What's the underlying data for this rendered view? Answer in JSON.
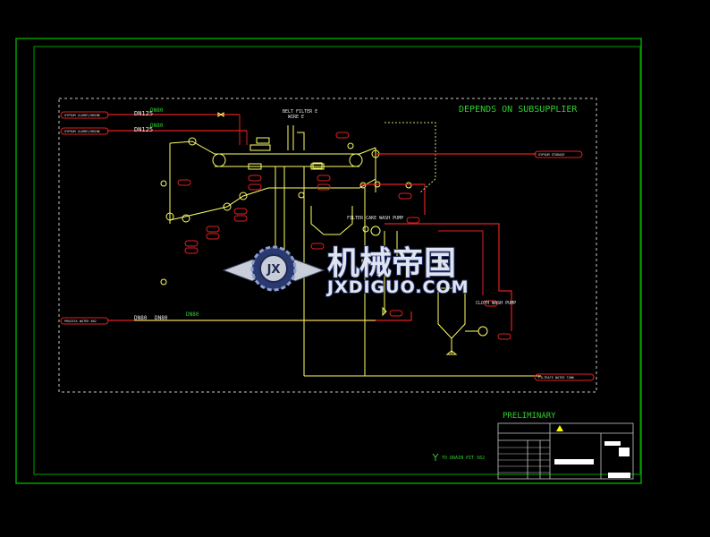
{
  "colors": {
    "border": "#00a000",
    "process": "#ffff66",
    "pipe_red": "#e02020",
    "pipe_yellow": "#f0f060",
    "text_white": "#e8e8e8",
    "text_green": "#30d030",
    "dashed": "#c8c8c8"
  },
  "notes": {
    "depends": "DEPENDS ON SUBSUPPLIER",
    "preliminary": "PRELIMINARY"
  },
  "pipes": {
    "dn125_a": "DN125",
    "dn80_a": "DN80",
    "dn125_b": "DN125",
    "dn80_b": "DN80",
    "dn80_c": "DN80",
    "dn80_d": "DN80",
    "dn80_e": "DN80"
  },
  "labels": {
    "belt_filter": "BELT FILTER E",
    "belt_filter_sub": "WIRE E",
    "filter_cake_pump": "FILTER CAKE WASH PUMP",
    "cloth_wash_pump": "CLOTH WASH PUMP",
    "to_drain": "TO DRAIN PIT 562"
  },
  "watermark": {
    "cn": "机械帝国",
    "en": "JXDIGUO.COM",
    "badge": "JX"
  },
  "terminals": {
    "left_top": "GYPSUM SLURRY/BRINE",
    "left_mid": "GYPSUM SLURRY/BRINE",
    "left_bottom": "PROCESS WATER 802",
    "right_top": "GYPSUM STORAGE",
    "right_bottom": "FILTRATE WATER TANK"
  }
}
